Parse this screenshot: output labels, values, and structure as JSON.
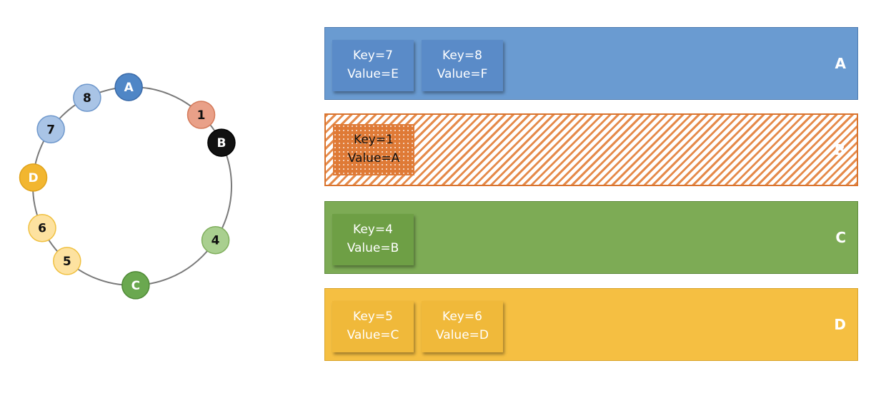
{
  "ring": {
    "nodes": [
      {
        "id": "A",
        "label": "A",
        "kind": "server",
        "fill": "#4f86c6",
        "stroke": "#3a6aa8",
        "text_color": "#ffffff"
      },
      {
        "id": "1",
        "label": "1",
        "kind": "key",
        "fill": "#e9a088",
        "stroke": "#d47a5a",
        "text_color": "#111111"
      },
      {
        "id": "B",
        "label": "B",
        "kind": "server",
        "fill": "#111111",
        "stroke": "#000000",
        "text_color": "#ffffff"
      },
      {
        "id": "4",
        "label": "4",
        "kind": "key",
        "fill": "#a9cf8f",
        "stroke": "#7fae5c",
        "text_color": "#111111"
      },
      {
        "id": "C",
        "label": "C",
        "kind": "server",
        "fill": "#6aa84f",
        "stroke": "#4f8a36",
        "text_color": "#ffffff"
      },
      {
        "id": "5",
        "label": "5",
        "kind": "key",
        "fill": "#fde2a0",
        "stroke": "#f0c040",
        "text_color": "#111111"
      },
      {
        "id": "6",
        "label": "6",
        "kind": "key",
        "fill": "#fde2a0",
        "stroke": "#f0c040",
        "text_color": "#111111"
      },
      {
        "id": "D",
        "label": "D",
        "kind": "server",
        "fill": "#f2b630",
        "stroke": "#e0a31c",
        "text_color": "#ffffff"
      },
      {
        "id": "7",
        "label": "7",
        "kind": "key",
        "fill": "#a9c4e6",
        "stroke": "#6f98cc",
        "text_color": "#111111"
      },
      {
        "id": "8",
        "label": "8",
        "kind": "key",
        "fill": "#a9c4e6",
        "stroke": "#6f98cc",
        "text_color": "#111111"
      }
    ]
  },
  "panels": [
    {
      "server": "A",
      "color": "#6a9bd1",
      "entries": [
        {
          "key": "Key=7",
          "value": "Value=E"
        },
        {
          "key": "Key=8",
          "value": "Value=F"
        }
      ]
    },
    {
      "server": "B",
      "color": "#e58a4a",
      "state": "hatched",
      "entries": [
        {
          "key": "Key=1",
          "value": "Value=A"
        }
      ]
    },
    {
      "server": "C",
      "color": "#7dab55",
      "entries": [
        {
          "key": "Key=4",
          "value": "Value=B"
        }
      ]
    },
    {
      "server": "D",
      "color": "#f5bf42",
      "entries": [
        {
          "key": "Key=5",
          "value": "Value=C"
        },
        {
          "key": "Key=6",
          "value": "Value=D"
        }
      ]
    }
  ]
}
